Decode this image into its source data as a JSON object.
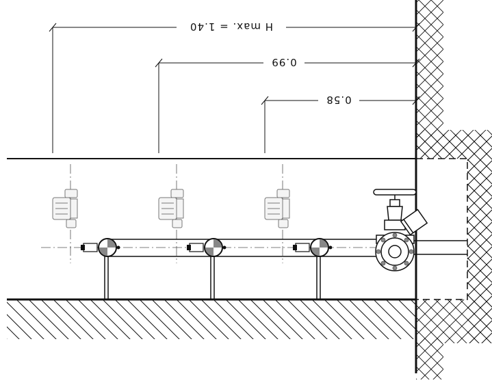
{
  "dimensions": {
    "h_max": "H  max.  =  1.40",
    "d2": "0.99",
    "d3": "0.58"
  },
  "icons": {
    "valve": "valve-icon",
    "pump": "pump-icon",
    "pipe_tee": "pipe-tee-icon",
    "wall_hatch": "crosshatch-wall",
    "floor_hatch": "hatched-floor"
  },
  "colors": {
    "line": "#111111",
    "pump": "#888888",
    "background": "#ffffff"
  }
}
